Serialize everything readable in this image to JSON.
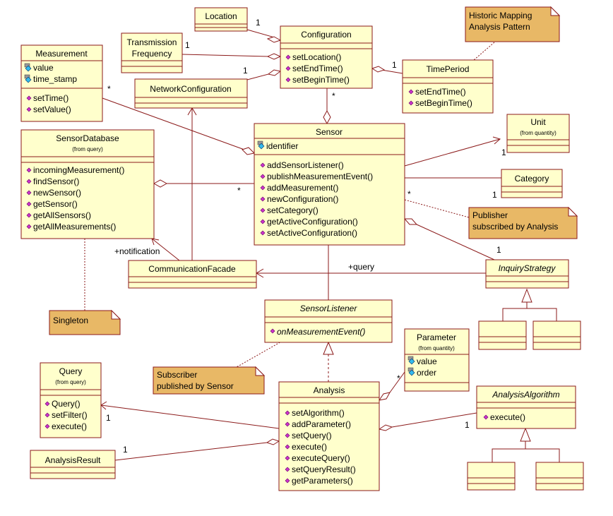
{
  "classes": {
    "location": {
      "name": "Location"
    },
    "configuration": {
      "name": "Configuration",
      "operations": [
        "setLocation()",
        "setEndTime()",
        "setBeginTime()"
      ]
    },
    "transmission_frequency": {
      "name_line1": "Transmission",
      "name_line2": "Frequency"
    },
    "measurement": {
      "name": "Measurement",
      "attributes": [
        "value",
        "time_stamp"
      ],
      "operations": [
        "setTime()",
        "setValue()"
      ]
    },
    "network_configuration": {
      "name": "NetworkConfiguration"
    },
    "time_period": {
      "name": "TimePeriod",
      "operations": [
        "setEndTime()",
        "setBeginTime()"
      ]
    },
    "sensor_database": {
      "name": "SensorDatabase",
      "from": "(from query)",
      "operations": [
        "incomingMeasurement()",
        "findSensor()",
        "newSensor()",
        "getSensor()",
        "getAllSensors()",
        "getAllMeasurements()"
      ]
    },
    "sensor": {
      "name": "Sensor",
      "attributes": [
        "identifier"
      ],
      "operations": [
        "addSensorListener()",
        "publishMeasurementEvent()",
        "addMeasurement()",
        "newConfiguration()",
        "setCategory()",
        "getActiveConfiguration()",
        "setActiveConfiguration()"
      ]
    },
    "unit": {
      "name": "Unit",
      "from": "(from quantity)"
    },
    "category": {
      "name": "Category"
    },
    "communication_facade": {
      "name": "CommunicationFacade"
    },
    "inquiry_strategy": {
      "name": "InquiryStrategy"
    },
    "sensor_listener": {
      "name": "SensorListener",
      "operations": [
        "onMeasurementEvent()"
      ]
    },
    "parameter": {
      "name": "Parameter",
      "from": "(from quantity)",
      "attributes": [
        "value",
        "order"
      ]
    },
    "query": {
      "name": "Query",
      "from": "(from query)",
      "operations": [
        "Query()",
        "setFilter()",
        "execute()"
      ]
    },
    "analysis": {
      "name": "Analysis",
      "operations": [
        "setAlgorithm()",
        "addParameter()",
        "setQuery()",
        "execute()",
        "executeQuery()",
        "setQueryResult()",
        "getParameters()"
      ]
    },
    "analysis_algorithm": {
      "name": "AnalysisAlgorithm",
      "operations": [
        "execute()"
      ]
    },
    "analysis_result": {
      "name": "AnalysisResult"
    }
  },
  "notes": {
    "historic": {
      "line1": "Historic Mapping",
      "line2": "Analysis Pattern"
    },
    "publisher": {
      "line1": "Publisher",
      "line2": "subscribed by Analysis"
    },
    "singleton": {
      "line1": "Singleton"
    },
    "subscriber": {
      "line1": "Subscriber",
      "line2": "published by Sensor"
    }
  },
  "labels": {
    "m_location": "1",
    "m_transmission": "1",
    "m_network": "1",
    "m_timeperiod": "1",
    "m_config_sensor": "*",
    "m_measurement": "*",
    "m_unit": "1",
    "m_category": "1",
    "m_publisher_star": "*",
    "m_sensordb_star": "*",
    "m_inquiry": "1",
    "notification": "+notification",
    "query_role": "+query",
    "m_parameter": "*",
    "m_query": "1",
    "m_algorithm": "1",
    "m_result": "1"
  }
}
